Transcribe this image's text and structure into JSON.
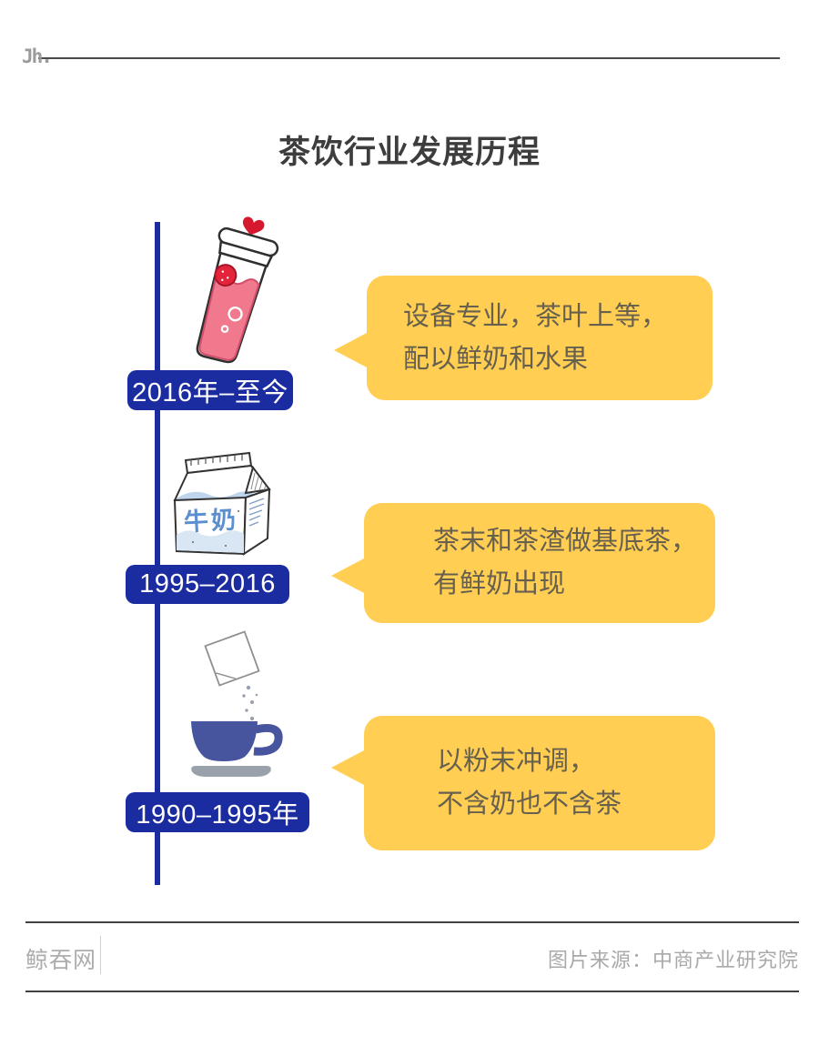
{
  "page": {
    "title": "茶饮行业发展历程",
    "logo_mark": "Jh.",
    "colors": {
      "timeline_blue": "#1A2CA0",
      "bubble_yellow": "#FFCE52",
      "bubble_text": "#67604F",
      "title_text": "#3D3D3D",
      "cup_pink": "#F1798E",
      "strawberry_red": "#E3243B",
      "teacup_blue": "#47549E",
      "saucer_gray": "#99A2AB",
      "milk_label_blue": "#5B8FD0",
      "footer_text": "#ADADAD"
    }
  },
  "timeline": {
    "items": [
      {
        "period": "2016年–至今",
        "icon": "fruit-tea-cup-icon",
        "description_lines": [
          "设备专业，茶叶上等，",
          "配以鲜奶和水果"
        ]
      },
      {
        "period": "1995–2016",
        "icon": "milk-carton-icon",
        "carton_label": "牛奶",
        "description_lines": [
          "茶末和茶渣做基底茶，",
          "有鲜奶出现"
        ]
      },
      {
        "period": "1990–1995年",
        "icon": "powder-teacup-icon",
        "description_lines": [
          "以粉末冲调，",
          "不含奶也不含茶"
        ]
      }
    ]
  },
  "footer": {
    "site_name": "鲸吞网",
    "source": "图片来源：中商产业研究院"
  }
}
